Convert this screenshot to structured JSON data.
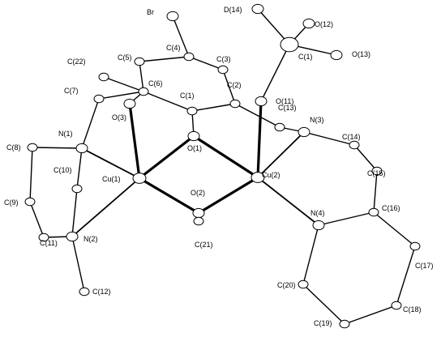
{
  "atoms": [
    {
      "id": "Br",
      "label": "Br",
      "kind": "hetero"
    },
    {
      "id": "C4",
      "label": "C(4)",
      "kind": "carbon"
    },
    {
      "id": "C5",
      "label": "C(5)",
      "kind": "carbon"
    },
    {
      "id": "C3",
      "label": "C(3)",
      "kind": "carbon"
    },
    {
      "id": "C22",
      "label": "C(22)",
      "kind": "carbon"
    },
    {
      "id": "C6",
      "label": "C(6)",
      "kind": "carbon"
    },
    {
      "id": "C7",
      "label": "C(7)",
      "kind": "carbon"
    },
    {
      "id": "C1",
      "label": "C(1)",
      "kind": "carbon"
    },
    {
      "id": "C2",
      "label": "C(2)",
      "kind": "carbon"
    },
    {
      "id": "O3",
      "label": "O(3)",
      "kind": "hetero"
    },
    {
      "id": "O1",
      "label": "O(1)",
      "kind": "hetero"
    },
    {
      "id": "O11",
      "label": "O(11)",
      "kind": "hetero"
    },
    {
      "id": "C13",
      "label": "C(13)",
      "kind": "carbon"
    },
    {
      "id": "N3",
      "label": "N(3)",
      "kind": "hetero"
    },
    {
      "id": "C14",
      "label": "C(14)",
      "kind": "carbon"
    },
    {
      "id": "C15",
      "label": "C(15)",
      "kind": "carbon"
    },
    {
      "id": "N1",
      "label": "N(1)",
      "kind": "hetero"
    },
    {
      "id": "C8",
      "label": "C(8)",
      "kind": "carbon"
    },
    {
      "id": "C10",
      "label": "C(10)",
      "kind": "carbon"
    },
    {
      "id": "C9",
      "label": "C(9)",
      "kind": "carbon"
    },
    {
      "id": "Cu1",
      "label": "Cu(1)",
      "kind": "metal"
    },
    {
      "id": "Cu2",
      "label": "Cu(2)",
      "kind": "metal"
    },
    {
      "id": "O2",
      "label": "O(2)",
      "kind": "hetero"
    },
    {
      "id": "C21",
      "label": "C(21)",
      "kind": "carbon"
    },
    {
      "id": "N4",
      "label": "N(4)",
      "kind": "hetero"
    },
    {
      "id": "C16",
      "label": "C(16)",
      "kind": "carbon"
    },
    {
      "id": "C17",
      "label": "C(17)",
      "kind": "carbon"
    },
    {
      "id": "C18",
      "label": "C(18)",
      "kind": "carbon"
    },
    {
      "id": "C19",
      "label": "C(19)",
      "kind": "carbon"
    },
    {
      "id": "C20",
      "label": "C(20)",
      "kind": "carbon"
    },
    {
      "id": "C11",
      "label": "C(11)",
      "kind": "carbon"
    },
    {
      "id": "N2",
      "label": "N(2)",
      "kind": "hetero"
    },
    {
      "id": "C12",
      "label": "C(12)",
      "kind": "carbon"
    },
    {
      "id": "D14",
      "label": "D(14)",
      "kind": "hetero"
    },
    {
      "id": "O12",
      "label": "O(12)",
      "kind": "hetero"
    },
    {
      "id": "Cl1",
      "label": "C(1)",
      "kind": "chlorine"
    },
    {
      "id": "O13",
      "label": "O(13)",
      "kind": "hetero"
    }
  ],
  "bonds": [
    [
      "Br",
      "C4",
      "thin"
    ],
    [
      "C4",
      "C5",
      "thin"
    ],
    [
      "C4",
      "C3",
      "thin"
    ],
    [
      "C5",
      "C6",
      "thin"
    ],
    [
      "C3",
      "C2",
      "thin"
    ],
    [
      "C6",
      "C1",
      "thin"
    ],
    [
      "C1",
      "C2",
      "thin"
    ],
    [
      "C6",
      "C7",
      "thin"
    ],
    [
      "C6",
      "C22",
      "thin"
    ],
    [
      "C6",
      "O3",
      "thin"
    ],
    [
      "C1",
      "O1",
      "thin"
    ],
    [
      "C2",
      "C13",
      "thin"
    ],
    [
      "C13",
      "N3",
      "thin"
    ],
    [
      "N3",
      "C14",
      "thin"
    ],
    [
      "C14",
      "C15",
      "thin"
    ],
    [
      "C15",
      "C16",
      "thin"
    ],
    [
      "C16",
      "N4",
      "thin"
    ],
    [
      "C16",
      "C17",
      "thin"
    ],
    [
      "C17",
      "C18",
      "thin"
    ],
    [
      "C18",
      "C19",
      "thin"
    ],
    [
      "C19",
      "C20",
      "thin"
    ],
    [
      "C20",
      "N4",
      "thin"
    ],
    [
      "C7",
      "N1",
      "thin"
    ],
    [
      "N1",
      "C8",
      "thin"
    ],
    [
      "N1",
      "C10",
      "thin"
    ],
    [
      "C8",
      "C9",
      "thin"
    ],
    [
      "C9",
      "C11",
      "thin"
    ],
    [
      "C10",
      "N2",
      "thin"
    ],
    [
      "C11",
      "N2",
      "thin"
    ],
    [
      "N2",
      "C12",
      "thin"
    ],
    [
      "O2",
      "C21",
      "thin"
    ],
    [
      "O11",
      "Cl1",
      "thin"
    ],
    [
      "Cl1",
      "O12",
      "thin"
    ],
    [
      "Cl1",
      "O13",
      "thin"
    ],
    [
      "Cl1",
      "D14",
      "thin"
    ],
    [
      "Cu1",
      "O1",
      "thick"
    ],
    [
      "Cu1",
      "O2",
      "thick"
    ],
    [
      "Cu2",
      "O1",
      "thick"
    ],
    [
      "Cu2",
      "O2",
      "thick"
    ],
    [
      "Cu1",
      "O3",
      "thick"
    ],
    [
      "Cu2",
      "O11",
      "thick"
    ],
    [
      "Cu1",
      "N1",
      "metal"
    ],
    [
      "Cu1",
      "N2",
      "metal"
    ],
    [
      "Cu2",
      "N3",
      "metal"
    ],
    [
      "Cu2",
      "N4",
      "metal"
    ]
  ]
}
